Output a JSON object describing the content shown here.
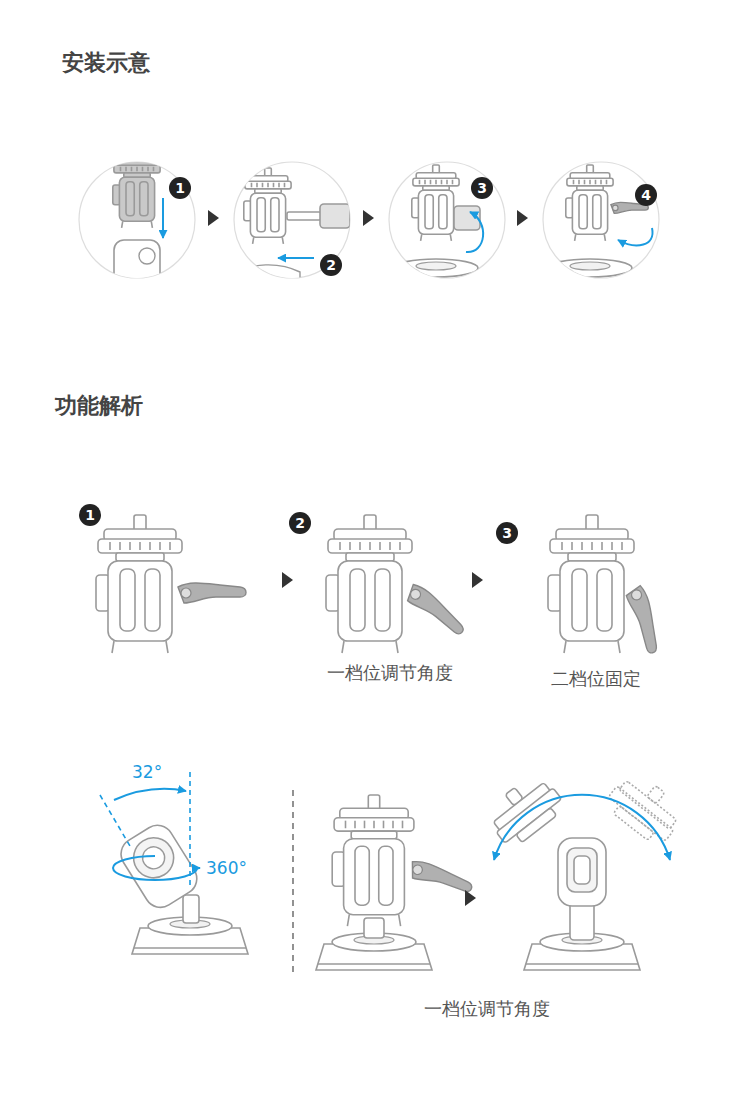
{
  "diagram": {
    "labels": [
      "安装示意",
      "1",
      "2",
      "3",
      "4",
      "功能解析",
      "1",
      "2",
      "3",
      "一档位调节角度",
      "二档位固定",
      "32°",
      "360°",
      "一档位调节角度"
    ]
  }
}
